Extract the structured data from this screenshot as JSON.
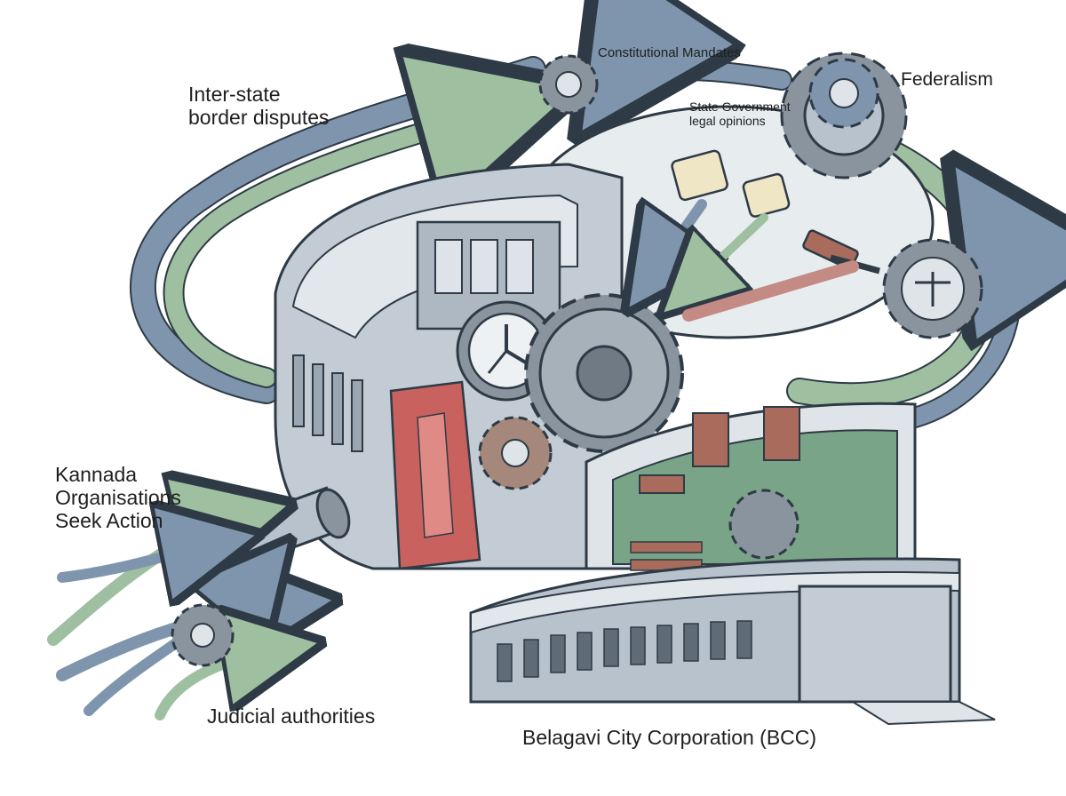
{
  "labels": {
    "inter_state": [
      "Inter-state",
      "border disputes"
    ],
    "constitutional": "Constitutional Mandates",
    "federalism": "Federalism",
    "state_government": [
      "State Government",
      "legal opinions"
    ],
    "kannada": [
      "Kannada",
      "Organisations",
      "Seek Action"
    ],
    "judicial": "Judicial authorities",
    "bcc": "Belagavi City Corporation (BCC)"
  },
  "colors": {
    "arrow_blue": "#7f95ad",
    "arrow_green": "#9fc0a0",
    "structure": "#b8c2cc",
    "gear": "#8a949e",
    "red_block": "#c9625e",
    "court_floor": "#7aa487",
    "wood": "#a86b5c",
    "outline": "#2e3a45"
  },
  "icons": [
    "gear-icon",
    "clock-icon",
    "scroll-icon",
    "gavel-icon",
    "scales-icon",
    "arrow-icon",
    "building-icon"
  ]
}
